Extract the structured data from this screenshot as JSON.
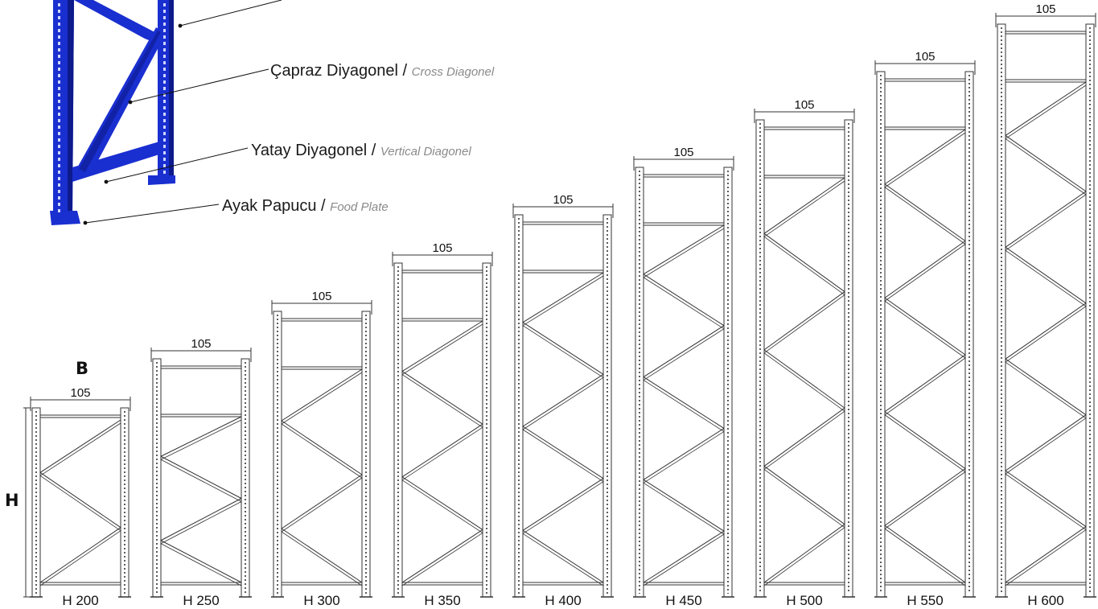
{
  "callouts": [
    {
      "tr": "Çapraz Diyagonel",
      "en": "Cross Diagonel"
    },
    {
      "tr": "Yatay Diyagonel",
      "en": "Vertical Diagonel"
    },
    {
      "tr": "Ayak Papucu",
      "en": "Food Plate"
    }
  ],
  "separator": " / ",
  "dimension_letters": {
    "width": "B",
    "height": "H"
  },
  "frames": [
    {
      "width_label": "105",
      "height_label": "H 200",
      "zigzag_points": 2
    },
    {
      "width_label": "105",
      "height_label": "H 250",
      "zigzag_points": 3
    },
    {
      "width_label": "105",
      "height_label": "H 300",
      "zigzag_points": 3
    },
    {
      "width_label": "105",
      "height_label": "H 350",
      "zigzag_points": 4
    },
    {
      "width_label": "105",
      "height_label": "H 400",
      "zigzag_points": 5
    },
    {
      "width_label": "105",
      "height_label": "H 450",
      "zigzag_points": 6
    },
    {
      "width_label": "105",
      "height_label": "H 500",
      "zigzag_points": 6
    },
    {
      "width_label": "105",
      "height_label": "H 550",
      "zigzag_points": 7
    },
    {
      "width_label": "105",
      "height_label": "H 600",
      "zigzag_points": 8
    }
  ],
  "colors": {
    "upright_blue": "#1a2fd0",
    "upright_dark": "#0d1a8c",
    "line": "#333333"
  }
}
